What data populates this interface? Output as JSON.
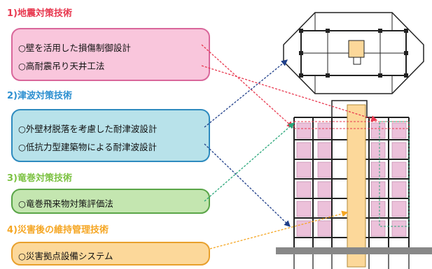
{
  "sections": [
    {
      "heading": "1)地震対策技術",
      "heading_color": "#e8384f",
      "box_fill": "#f9c6dc",
      "box_border": "#d9679b",
      "items": [
        "○壁を活用した損傷制御設計",
        "○高耐震吊り天井工法"
      ]
    },
    {
      "heading": "2)津波対策技術",
      "heading_color": "#2c8fd0",
      "box_fill": "#b8e2ea",
      "box_border": "#2e8bbf",
      "items": [
        "○外壁材脱落を考慮した耐津波設計",
        "○低抗力型建築物による耐津波設計"
      ]
    },
    {
      "heading": "3)竜巻対策技術",
      "heading_color": "#7cc242",
      "box_fill": "#c4e6b0",
      "box_border": "#5aa548",
      "items": [
        "○竜巻飛来物対策評価法"
      ]
    },
    {
      "heading": "4)災害後の維持管理技術",
      "heading_color": "#f5a623",
      "box_fill": "#fcd89a",
      "box_border": "#e8a02c",
      "items": [
        "○災害拠点設備システム"
      ]
    }
  ],
  "arrow_colors": {
    "seismic": "#e8384f",
    "tsunami": "#1f3f8a",
    "tornado": "#2aa77a",
    "maintenance": "#f5a623"
  },
  "icons": [
    "ceiling-detail-icon",
    "building-elevation-icon"
  ]
}
